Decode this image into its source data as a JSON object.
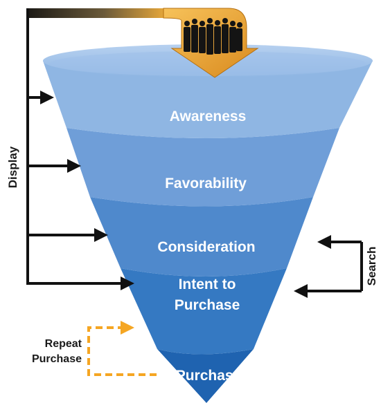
{
  "stages": [
    {
      "label": "Awareness",
      "color": "#8fb6e3"
    },
    {
      "label": "Favorability",
      "color": "#6f9ed8"
    },
    {
      "label": "Consideration",
      "color": "#4f89cc"
    },
    {
      "label": "Intent to",
      "label2": "Purchase",
      "color": "#3579c2"
    },
    {
      "label": "Purchase",
      "color": "#1f63b0"
    }
  ],
  "labels": {
    "display": "Display",
    "search": "Search",
    "repeat_line1": "Repeat",
    "repeat_line2": "Purchase"
  },
  "colors": {
    "arrow": "#111111",
    "repeat_arrow": "#f5a623",
    "funnel_top": "#a9c7ec",
    "audience_arrow_dark": "#1c1a16",
    "audience_arrow_gold": "#e8a83a"
  },
  "icons": {
    "audience": "group-of-people-icon"
  }
}
